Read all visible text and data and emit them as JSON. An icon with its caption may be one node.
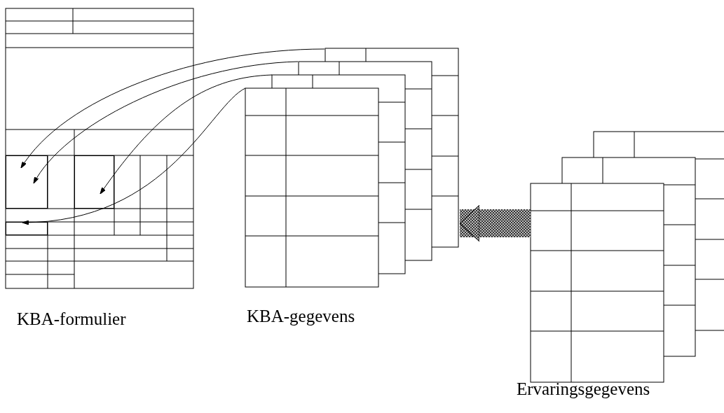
{
  "diagram": {
    "nodes": [
      {
        "text": [
          "KBA-formulier"
        ]
      },
      {
        "text": [
          "KBA-gegevens"
        ]
      },
      {
        "text": [
          "Ervaringsgegevens"
        ]
      },
      {
        "text": [],
        "shape": "box",
        "in": 0
      },
      {
        "text": [],
        "shape": "box",
        "in": 0
      },
      {
        "text": [],
        "shape": "box",
        "in": 0
      }
    ],
    "edges": [
      {
        "from": 1,
        "to": 3,
        "arrow": "to"
      },
      {
        "from": 1,
        "to": 3,
        "arrow": "to"
      },
      {
        "from": 1,
        "to": 4,
        "arrow": "to"
      },
      {
        "from": 1,
        "to": 5,
        "arrow": "to"
      },
      {
        "from": 2,
        "to": 1,
        "arrow": "to",
        "style": "thick"
      }
    ]
  }
}
